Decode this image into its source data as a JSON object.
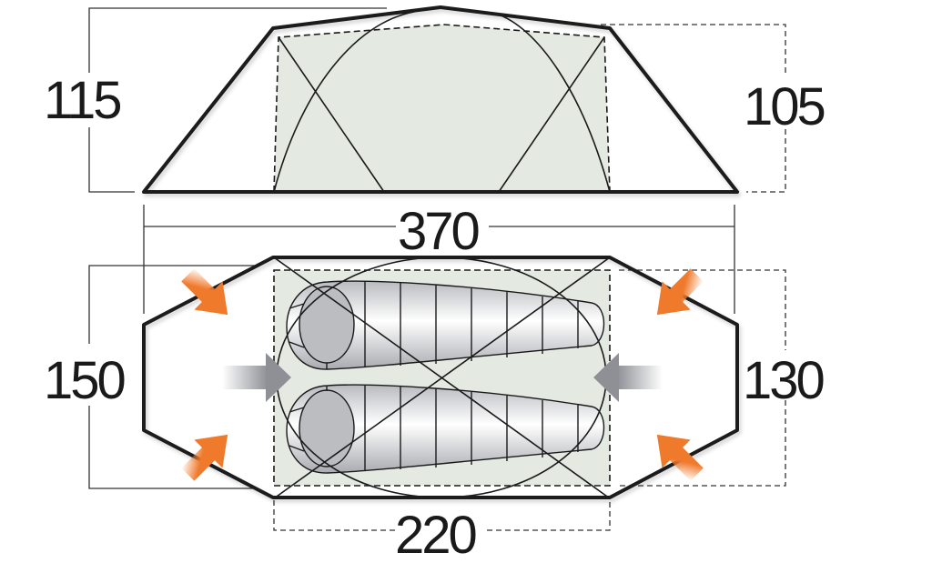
{
  "diagram": {
    "subject": "Two-person tunnel tent, side elevation and floor plan",
    "side_view": {
      "dimensions": {
        "max_height_left": "115",
        "inner_height_right": "105"
      }
    },
    "overall_length": "370",
    "floor_plan": {
      "dimensions": {
        "outer_width": "150",
        "inner_width": "130",
        "inner_length": "220"
      },
      "sleeping_bags": 2,
      "door_arrows": [
        "left-entrance",
        "right-entrance"
      ],
      "vent_arrows": [
        "top-left",
        "bottom-left",
        "top-right",
        "bottom-right"
      ]
    },
    "colors": {
      "outline": "#1a1a1a",
      "inner_fill": "#e4e9e2",
      "vent_arrow": "#f07a2c",
      "door_arrow": "#8e9096",
      "head_fill": "#bcbdc1"
    }
  }
}
